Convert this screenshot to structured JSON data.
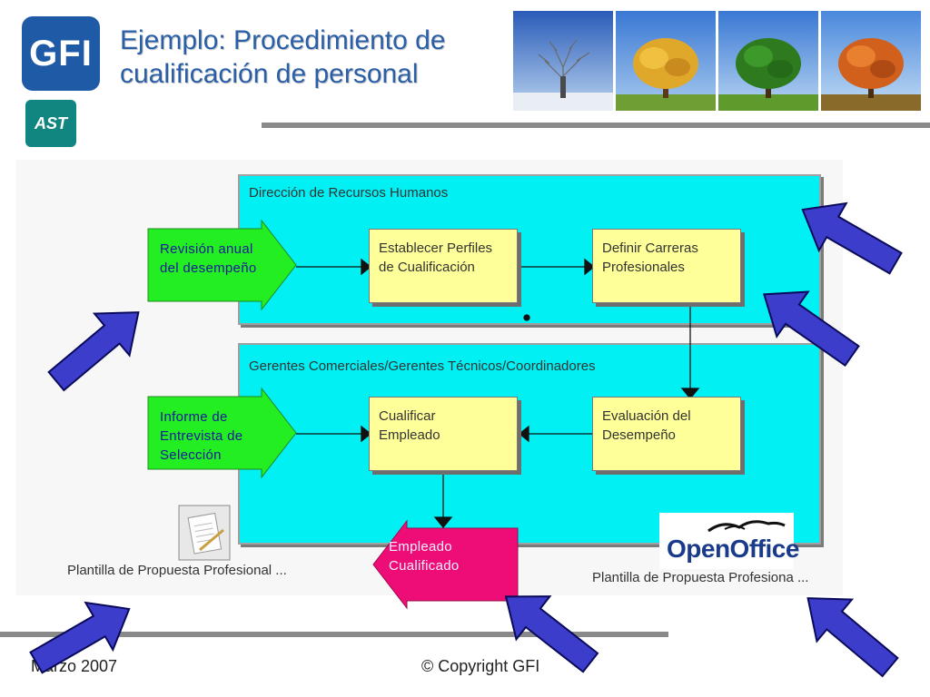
{
  "header": {
    "logo_main": "GFI",
    "logo_sub": "AST",
    "title_line1": "Ejemplo: Procedimiento de",
    "title_line2": "cualificación de personal"
  },
  "lanes": {
    "top": "Dirección de Recursos Humanos",
    "bottom": "Gerentes Comerciales/Gerentes Técnicos/Coordinadores"
  },
  "nodes": {
    "revision": "Revisión anual\ndel desempeño",
    "establecer": "Establecer Perfiles\nde Cualificación",
    "definir": "Definir Carreras\nProfesionales",
    "informe": "Informe de\nEntrevista de\nSelección",
    "cualificar": "Cualificar\nEmpleado",
    "evaluacion": "Evaluación del\nDesempeño",
    "empleado": "Empleado\nCualificado"
  },
  "documents": {
    "left_label": "Plantilla de Propuesta Profesional  ...",
    "openoffice_logo": "OpenOffice",
    "right_label": "Plantilla de Propuesta Profesiona  ..."
  },
  "footer": {
    "date": "Marzo 2007",
    "copyright": "© Copyright GFI"
  },
  "colors": {
    "lane": "#00f0f4",
    "process": "#ffff99",
    "input": "#22ee22",
    "output": "#ee0d77",
    "highlight_arrow": "#3d3dcc",
    "title": "#2a5fa8"
  }
}
